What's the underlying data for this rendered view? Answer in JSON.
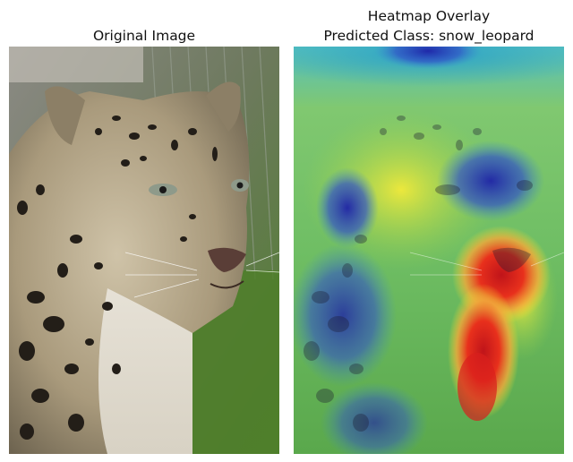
{
  "left_panel": {
    "title": "Original Image"
  },
  "right_panel": {
    "title_line1": "Heatmap Overlay",
    "title_line2": "Predicted Class: snow_leopard"
  },
  "colors": {
    "heat_hot": "#e0201a",
    "heat_warm": "#f0e030",
    "heat_mid": "#55c060",
    "heat_cool": "#2030c0",
    "fur": "#b9ab8e",
    "grass": "#5c8a3a"
  }
}
